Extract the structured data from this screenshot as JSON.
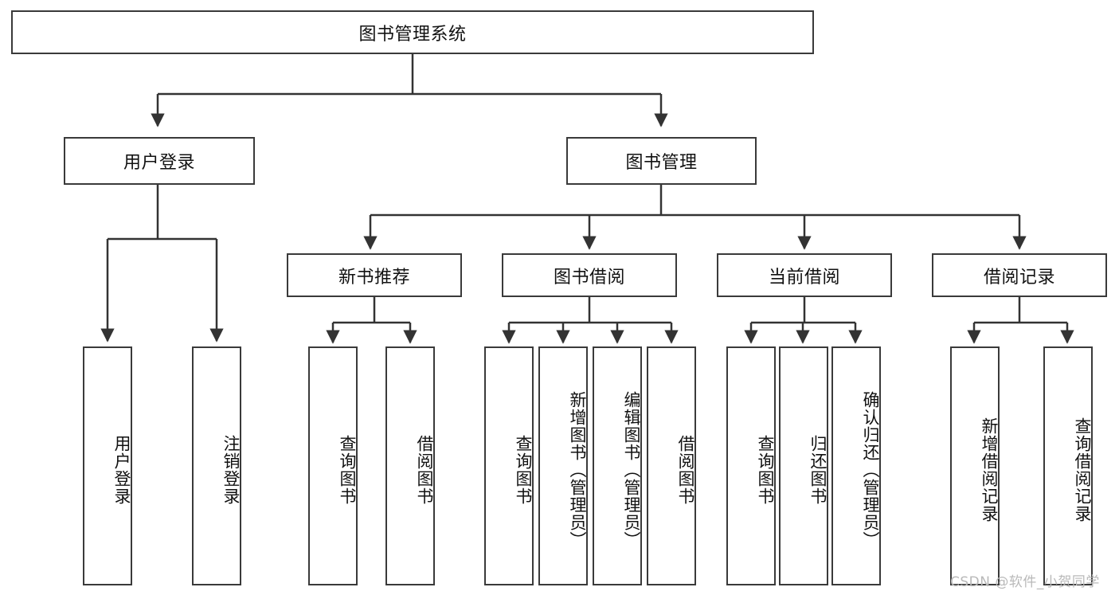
{
  "diagram": {
    "title": "图书管理系统",
    "type": "tree-hierarchy",
    "watermark": "CSDN @软件_小贺同学",
    "colors": {
      "box_border": "#3a3a3a",
      "box_fill": "#ffffff",
      "connector": "#333333",
      "text": "#111111",
      "watermark": "#b9b9b9",
      "background": "#ffffff"
    },
    "root": {
      "label": "图书管理系统"
    },
    "level1": [
      {
        "label": "用户登录"
      },
      {
        "label": "图书管理"
      }
    ],
    "level2": [
      {
        "label": "新书推荐"
      },
      {
        "label": "图书借阅"
      },
      {
        "label": "当前借阅"
      },
      {
        "label": "借阅记录"
      }
    ],
    "leaves": {
      "user_login": [
        {
          "label": "用户登录"
        },
        {
          "label": "注销登录"
        }
      ],
      "new_book_recommend": [
        {
          "label": "查询图书"
        },
        {
          "label": "借阅图书"
        }
      ],
      "book_borrow": [
        {
          "label": "查询图书"
        },
        {
          "label": "新增图书（管理员）"
        },
        {
          "label": "编辑图书（管理员）"
        },
        {
          "label": "借阅图书"
        }
      ],
      "current_borrow": [
        {
          "label": "查询图书"
        },
        {
          "label": "归还图书"
        },
        {
          "label": "确认归还（管理员）"
        }
      ],
      "borrow_record": [
        {
          "label": "新增借阅记录"
        },
        {
          "label": "查询借阅记录"
        }
      ]
    }
  }
}
